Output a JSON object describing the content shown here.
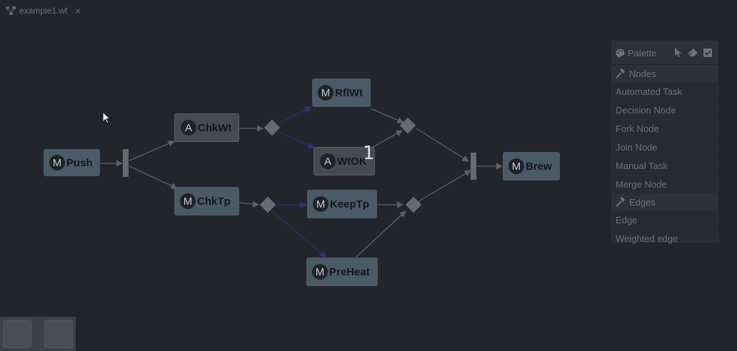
{
  "tab": {
    "title": "example1.wf",
    "close": "×"
  },
  "nodes": {
    "push": {
      "badge": "M",
      "label": "Push"
    },
    "chkwt": {
      "badge": "A",
      "label": "ChkWt"
    },
    "chktp": {
      "badge": "M",
      "label": "ChkTp"
    },
    "rflwt": {
      "badge": "M",
      "label": "RflWt"
    },
    "wtok": {
      "badge": "A",
      "label": "WtOK"
    },
    "keeptp": {
      "badge": "M",
      "label": "KeepTp"
    },
    "preheat": {
      "badge": "M",
      "label": "PreHeat"
    },
    "brew": {
      "badge": "M",
      "label": "Brew"
    }
  },
  "count_label": "1",
  "palette": {
    "title": "Palette",
    "nodes_group": "Nodes",
    "node_items": [
      "Automated Task",
      "Decision Node",
      "Fork Node",
      "Join Node",
      "Manual Task",
      "Merge Node"
    ],
    "edges_group": "Edges",
    "edge_items": [
      "Edge",
      "Weighted edge"
    ]
  },
  "colors": {
    "background": "#23252d",
    "manual_task": "#4a5a66",
    "automated_task": "#474b51",
    "edge": "#5d616a",
    "weighted_edge": "#2a2d6b"
  }
}
